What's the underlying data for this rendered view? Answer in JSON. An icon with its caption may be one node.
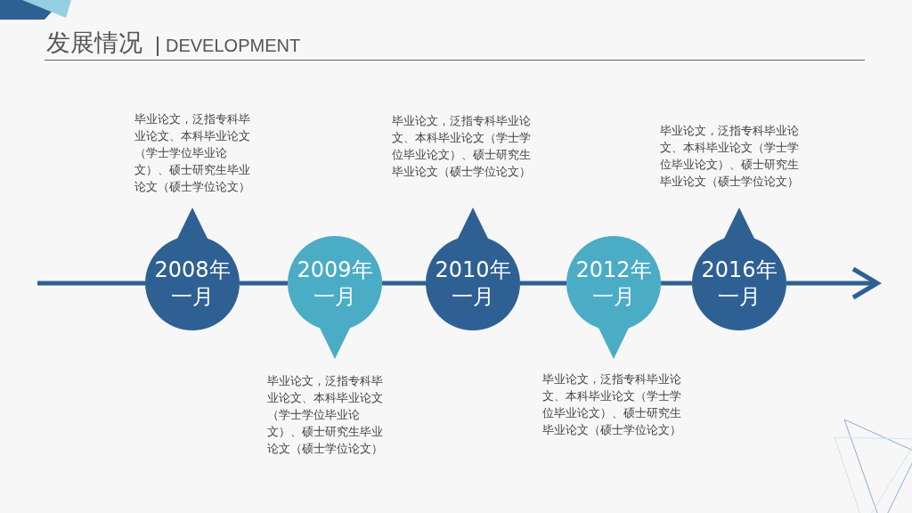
{
  "diagram": {
    "title": "发展情况",
    "labels": [
      "DEVELOPMENT"
    ],
    "nodes": [
      {
        "text": [
          "2008年一月"
        ],
        "beside": [
          "毕业论文，泛指专科毕业论文、本科毕业论文（学士学位毕业论文）、硕士研究生毕业论文（硕士学位论文）"
        ]
      },
      {
        "text": [
          "2009年一月"
        ],
        "beside": [
          "毕业论文，泛指专科毕业论文、本科毕业论文（学士学位毕业论文）、硕士研究生毕业论文（硕士学位论文）"
        ]
      },
      {
        "text": [
          "2010年一月"
        ],
        "beside": [
          "毕业论文，泛指专科毕业论文、本科毕业论文（学士学位毕业论文）、硕士研究生毕业论文（硕士学位论文）"
        ]
      },
      {
        "text": [
          "2012年一月"
        ],
        "beside": [
          "毕业论文，泛指专科毕业论文、本科毕业论文（学士学位毕业论文）、硕士研究生毕业论文（硕士学位论文）"
        ]
      },
      {
        "text": [
          "2016年一月"
        ],
        "beside": [
          "毕业论文，泛指专科毕业论文、本科毕业论文（学士学位毕业论文）、硕士研究生毕业论文（硕士学位论文）"
        ]
      }
    ],
    "edges": [
      {
        "from": null,
        "to": 0,
        "arrow": "none"
      },
      {
        "from": 0,
        "to": 1,
        "arrow": "none"
      },
      {
        "from": 1,
        "to": 2,
        "arrow": "none"
      },
      {
        "from": 2,
        "to": 3,
        "arrow": "none"
      },
      {
        "from": 3,
        "to": 4,
        "arrow": "none"
      },
      {
        "from": 4,
        "to": null,
        "arrow": "to"
      }
    ]
  }
}
